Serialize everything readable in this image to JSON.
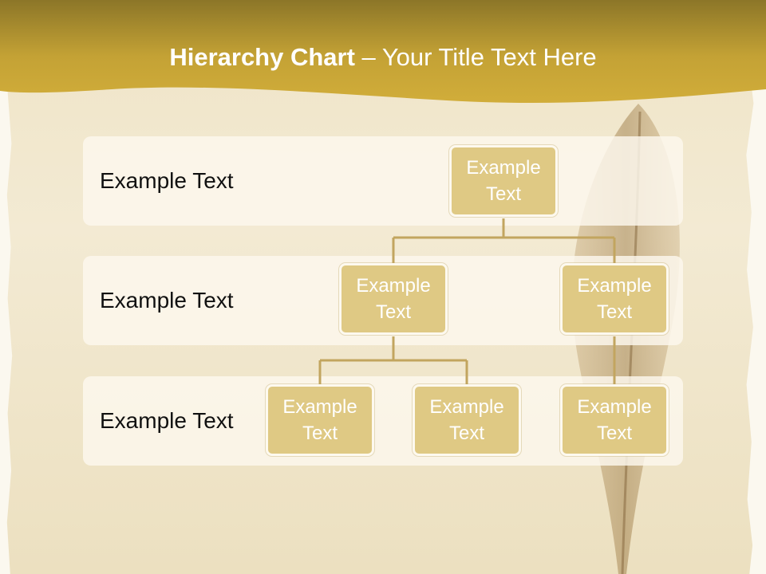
{
  "title": {
    "bold": "Hierarchy Chart",
    "rest": " – Your Title Text Here"
  },
  "levels": [
    {
      "label": "Example Text"
    },
    {
      "label": "Example Text"
    },
    {
      "label": "Example Text"
    }
  ],
  "nodes": {
    "root": {
      "line1": "Example",
      "line2": "Text"
    },
    "child_left": {
      "line1": "Example",
      "line2": "Text"
    },
    "child_right": {
      "line1": "Example",
      "line2": "Text"
    },
    "grandchild_1": {
      "line1": "Example",
      "line2": "Text"
    },
    "grandchild_2": {
      "line1": "Example",
      "line2": "Text"
    },
    "grandchild_3": {
      "line1": "Example",
      "line2": "Text"
    }
  },
  "colors": {
    "header_gold": "#c9a639",
    "node_fill": "#dfc984",
    "connector": "#c2a55f"
  }
}
